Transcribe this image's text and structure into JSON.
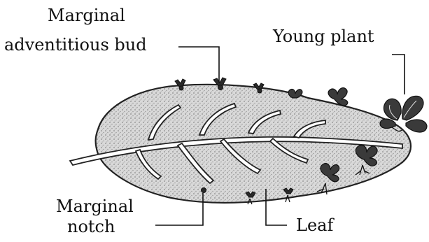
{
  "labels": {
    "marginal_bud": [
      "Marginal",
      "adventitious bud"
    ],
    "young_plant": "Young plant",
    "marginal_notch": [
      "Marginal",
      "notch"
    ],
    "leaf": "Leaf"
  }
}
